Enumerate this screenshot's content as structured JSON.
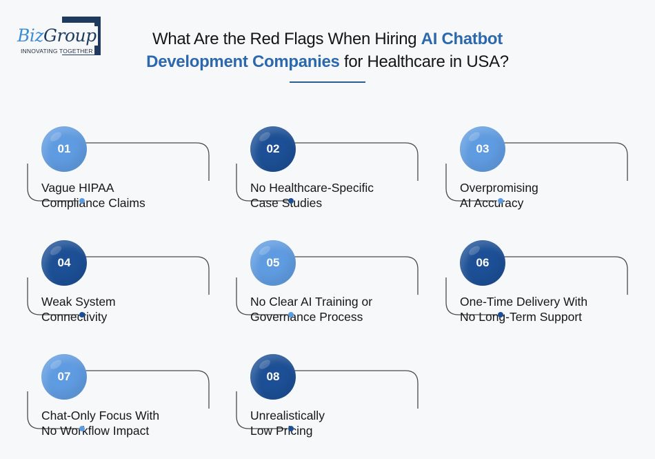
{
  "logo": {
    "word_prefix": "Biz",
    "word_suffix": "Group",
    "tagline": "INNOVATING TOGETHER"
  },
  "header": {
    "title_part1": "What Are the Red Flags When Hiring ",
    "title_highlight1": "AI Chatbot Development Companies",
    "title_part2": " for Healthcare in USA?"
  },
  "colors": {
    "dark_blue": "#1c4f95",
    "light_blue": "#5f9be0",
    "highlight_text": "#2b68ad",
    "line": "#4a4a4a",
    "background": "#f7f8fa"
  },
  "items": [
    {
      "number": "01",
      "line1": "Vague HIPAA",
      "line2": "Compliance Claims",
      "tone": "light"
    },
    {
      "number": "02",
      "line1": "No Healthcare-Specific",
      "line2": "Case Studies",
      "tone": "dark"
    },
    {
      "number": "03",
      "line1": "Overpromising",
      "line2": "AI Accuracy",
      "tone": "light"
    },
    {
      "number": "04",
      "line1": "Weak System",
      "line2": "Connectivity",
      "tone": "dark"
    },
    {
      "number": "05",
      "line1": "No Clear AI Training or",
      "line2": "Governance Process",
      "tone": "light"
    },
    {
      "number": "06",
      "line1": "One-Time Delivery With",
      "line2": "No Long-Term Support",
      "tone": "dark"
    },
    {
      "number": "07",
      "line1": "Chat-Only Focus With",
      "line2": "No Workflow Impact",
      "tone": "light"
    },
    {
      "number": "08",
      "line1": "Unrealistically",
      "line2": "Low Pricing",
      "tone": "dark"
    }
  ]
}
